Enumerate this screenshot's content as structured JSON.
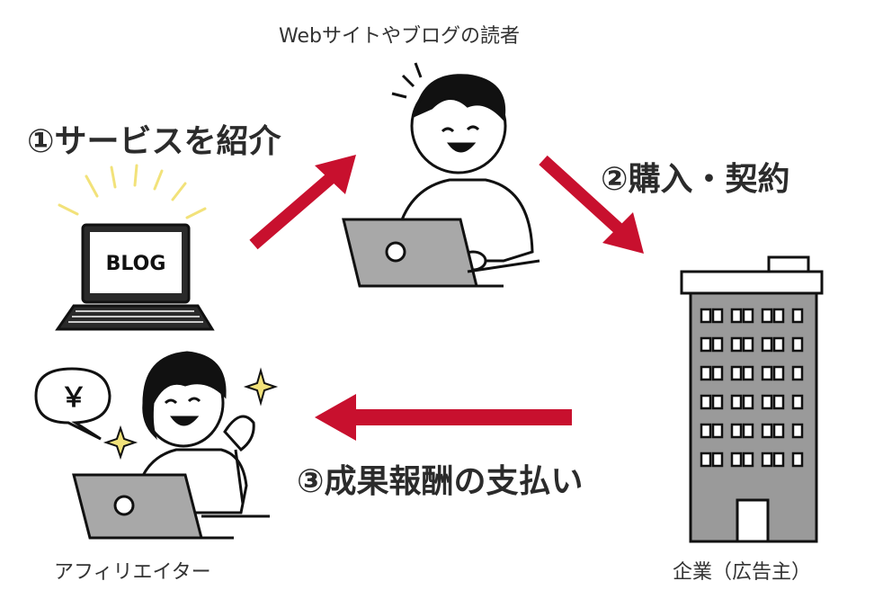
{
  "labels": {
    "reader": "Webサイトやブログの読者",
    "step1": "①サービスを紹介",
    "step2": "②購入・契約",
    "step3": "③成果報酬の支払い",
    "affiliator": "アフィリエイター",
    "company": "企業（広告主）"
  },
  "blog_screen_text": "BLOG",
  "speech_bubble_text": "￥",
  "colors": {
    "arrow": "#c8102e",
    "outline": "#111111",
    "laptop_fill": "#a8a8a8",
    "building_fill": "#9a9a9a",
    "sparkle": "#f2e27a"
  }
}
